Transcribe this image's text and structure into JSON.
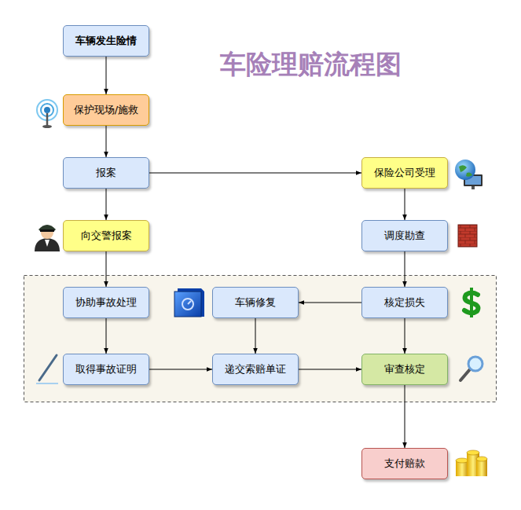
{
  "diagram": {
    "title": "车险理赔流程图",
    "nodes": [
      {
        "text": [
          "车辆发生险情"
        ]
      },
      {
        "text": [
          "保护现场/施救"
        ]
      },
      {
        "text": [
          "报案"
        ]
      },
      {
        "text": [
          "保险公司受理"
        ]
      },
      {
        "text": [
          "向交警报案"
        ]
      },
      {
        "text": [
          "调度勘查"
        ]
      },
      {
        "text": [
          "协助事故处理"
        ]
      },
      {
        "text": [
          "车辆修复"
        ]
      },
      {
        "text": [
          "核定损失"
        ]
      },
      {
        "text": [
          "取得事故证明"
        ]
      },
      {
        "text": [
          "递交索赔单证"
        ]
      },
      {
        "text": [
          "审查核定"
        ]
      },
      {
        "text": [
          "支付赔款"
        ]
      }
    ],
    "edges": [
      {
        "from": 0,
        "to": 1,
        "arrow": "to"
      },
      {
        "from": 1,
        "to": 2,
        "arrow": "to"
      },
      {
        "from": 2,
        "to": 3,
        "arrow": "to"
      },
      {
        "from": 2,
        "to": 4,
        "arrow": "to"
      },
      {
        "from": 3,
        "to": 5,
        "arrow": "to"
      },
      {
        "from": 4,
        "to": 6,
        "arrow": "to"
      },
      {
        "from": 5,
        "to": 8,
        "arrow": "to"
      },
      {
        "from": 8,
        "to": 7,
        "arrow": "to"
      },
      {
        "from": 6,
        "to": 9,
        "arrow": "to"
      },
      {
        "from": 9,
        "to": 10,
        "arrow": "to"
      },
      {
        "from": 7,
        "to": 10,
        "arrow": "to"
      },
      {
        "from": 10,
        "to": 11,
        "arrow": "to"
      },
      {
        "from": 8,
        "to": 11,
        "arrow": "to"
      },
      {
        "from": 11,
        "to": 12,
        "arrow": "to"
      }
    ]
  }
}
